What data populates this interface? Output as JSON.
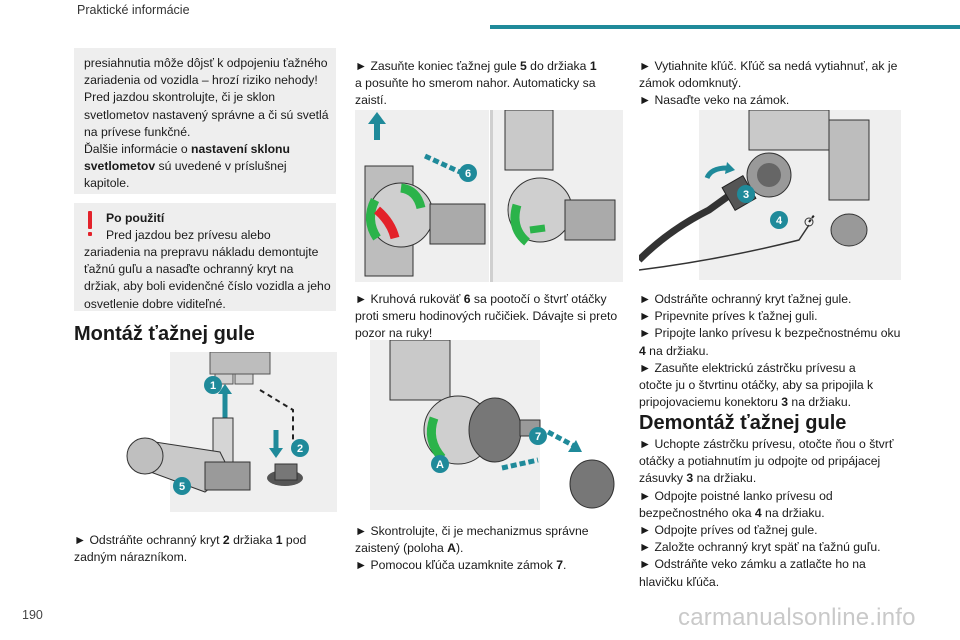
{
  "header": {
    "section": "Praktické informácie",
    "accent": "#1f8a9a"
  },
  "page_number": "190",
  "watermark": "carmanualsonline.info",
  "col1": {
    "box1": {
      "line1": "presiahnutia môže dôjsť k odpojeniu ťažného",
      "line2": "zariadenia od vozidla – hrozí riziko nehody!",
      "line3": "Pred jazdou skontrolujte, či je sklon",
      "line4": "svetlometov nastavený správne a či sú svetlá",
      "line5": "na prívese funkčné.",
      "line6a": "Ďalšie informácie o ",
      "line6b": "nastavení sklonu",
      "line7a": "svetlometov",
      "line7b": " sú uvedené v príslušnej",
      "line8": "kapitole."
    },
    "box2": {
      "title": "Po použití",
      "line1": "Pred jazdou bez prívesu alebo",
      "line2": "zariadenia na prepravu nákladu demontujte",
      "line3": "ťažnú guľu a nasaďte ochranný kryt na",
      "line4": "držiak, aby boli evidenčné číslo vozidla a jeho",
      "line5": "osvetlenie dobre viditeľné."
    },
    "section_title": "Montáž ťažnej gule",
    "img_labels": [
      "1",
      "2",
      "5"
    ],
    "step1a": "► Odstráňte ochranný kryt ",
    "step1b": "2",
    "step1c": " držiaka ",
    "step1d": "1",
    "step1e": " pod",
    "step1f": "zadným nárazníkom."
  },
  "col2": {
    "p1_l1a": "► Zasuňte koniec ťažnej gule ",
    "p1_l1b": "5",
    "p1_l1c": " do držiaka ",
    "p1_l1d": "1",
    "p1_l2": "a posuňte ho smerom nahor. Automaticky sa",
    "p1_l3": "zaistí.",
    "img1_label": "6",
    "p2_l1a": "► Kruhová rukoväť ",
    "p2_l1b": "6",
    "p2_l1c": " sa pootočí o štvrť otáčky",
    "p2_l2": "proti smeru hodinových ručičiek. Dávajte si preto",
    "p2_l3": "pozor na ruky!",
    "img2_labels": [
      "7",
      "A"
    ],
    "p3_l1": "► Skontrolujte, či je mechanizmus správne",
    "p3_l2a": "zaistený (poloha ",
    "p3_l2b": "A",
    "p3_l2c": ").",
    "p3_l3a": "► Pomocou kľúča uzamknite zámok ",
    "p3_l3b": "7",
    "p3_l3c": "."
  },
  "col3": {
    "p1_l1": "► Vytiahnite kľúč.  Kľúč sa nedá vytiahnuť, ak je",
    "p1_l2": "zámok odomknutý.",
    "p1_l3": "► Nasaďte veko na zámok.",
    "img_labels": [
      "3",
      "4"
    ],
    "s1": "► Odstráňte ochranný kryt ťažnej gule.",
    "s2": "► Pripevnite príves k ťažnej guli.",
    "s3": "► Pripojte lanko prívesu k bezpečnostnému oku",
    "s3b_a": "4",
    "s3b_b": " na držiaku.",
    "s4": "► Zasuňte elektrickú zástrčku prívesu a",
    "s4b": "otočte ju o štvrtinu otáčky, aby sa pripojila k",
    "s4c_a": "pripojovaciemu konektoru ",
    "s4c_b": "3",
    "s4c_c": " na držiaku.",
    "section_title": "Demontáž ťažnej gule",
    "d1": "► Uchopte zástrčku prívesu, otočte ňou o štvrť",
    "d1b": "otáčky a potiahnutím ju odpojte od pripájacej",
    "d1c_a": "zásuvky ",
    "d1c_b": "3",
    "d1c_c": " na držiaku.",
    "d2": "► Odpojte poistné lanko prívesu od",
    "d2b_a": "bezpečnostného oka ",
    "d2b_b": "4",
    "d2b_c": " na držiaku.",
    "d3": "► Odpojte príves od ťažnej gule.",
    "d4": "► Založte ochranný kryt späť na ťažnú guľu.",
    "d5": "► Odstráňte veko zámku a zatlačte ho na",
    "d5b": "hlavičku kľúča."
  }
}
